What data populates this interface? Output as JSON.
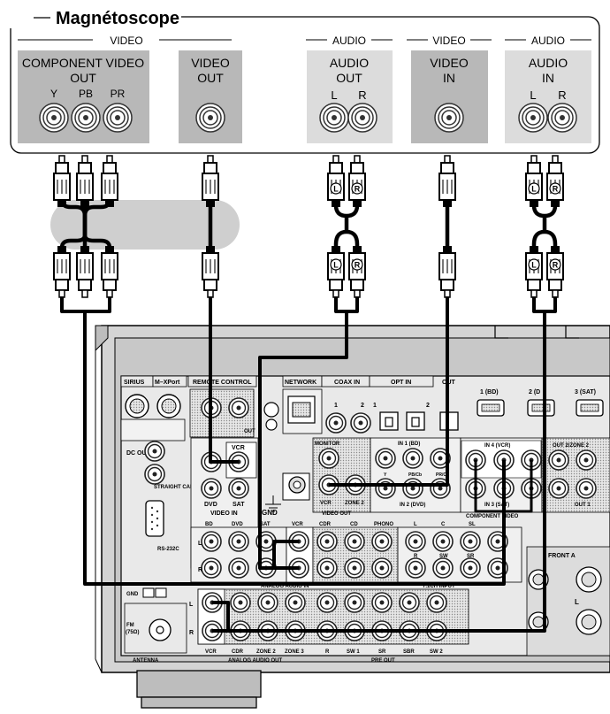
{
  "device": {
    "title": "Magnétoscope",
    "group_video_out": "VIDEO",
    "group_audio_out": "AUDIO",
    "group_video_in": "VIDEO",
    "group_audio_in": "AUDIO",
    "component_label_1": "COMPONENT VIDEO",
    "component_label_2": "OUT",
    "component_y": "Y",
    "component_pb": "PB",
    "component_pr": "PR",
    "video_out_label_1": "VIDEO",
    "video_out_label_2": "OUT",
    "audio_out_label_1": "AUDIO",
    "audio_out_label_2": "OUT",
    "video_in_label_1": "VIDEO",
    "video_in_label_2": "IN",
    "audio_in_label_1": "AUDIO",
    "audio_in_label_2": "IN",
    "channel_l": "L",
    "channel_r": "R"
  },
  "plug_marks": {
    "left": "L",
    "right": "R"
  },
  "receiver": {
    "sirius": "SIRIUS",
    "mxport": "M–XPort",
    "remote_control": "REMOTE CONTROL",
    "network": "NETWORK",
    "coax_in": "COAX IN",
    "opt_in": "OPT IN",
    "coax_1": "1",
    "coax_2": "2",
    "opt_1": "1",
    "opt_2": "2",
    "hdmi_1": "1 (BD)",
    "hdmi_2": "2 (D",
    "hdmi_3": "3 (SAT)",
    "dc_out": "DC OUT",
    "straight_cable": "STRAIGHT CABLE",
    "rs232c": "RS-232C",
    "vcr": "VCR",
    "dvd": "DVD",
    "sat": "SAT",
    "video_in": "VIDEO IN",
    "gnd": "GND",
    "monitor": "MONITOR",
    "zone2": "ZONE 2",
    "video_out": "VIDEO OUT",
    "in1_bd": "IN 1 (BD)",
    "in2_dvd": "IN 2 (DVD)",
    "in4_vcr": "IN 4 (VCR)",
    "in3_sat": "IN 3 (SAT)",
    "out2_zone": "OUT 2/ZONE 2",
    "out1": "OUT 1",
    "component_video": "COMPONENT VIDEO",
    "comp_y": "Y",
    "comp_pb": "PB/Cb",
    "comp_pr": "PR/Cr",
    "bd": "BD",
    "cdr": "CDR",
    "cd": "CD",
    "phono": "PHONO",
    "l": "L",
    "r": "R",
    "c": "C",
    "sw": "SW",
    "sl": "SL",
    "sr": "SR",
    "analog_audio_in": "ANALOG AUDIO IN",
    "ch_input": "7.1CH INPUT",
    "front_a": "FRONT A",
    "gnd_small": "GND",
    "fm": "FM",
    "ohm75": "(75Ω)",
    "antenna": "ANTENNA",
    "zone3": "ZONE 3",
    "sw1": "SW 1",
    "sbr": "SBR",
    "sw2": "SW 2",
    "analog_audio_out": "ANALOG AUDIO OUT",
    "pre_out": "PRE OUT",
    "out": "OUT"
  }
}
